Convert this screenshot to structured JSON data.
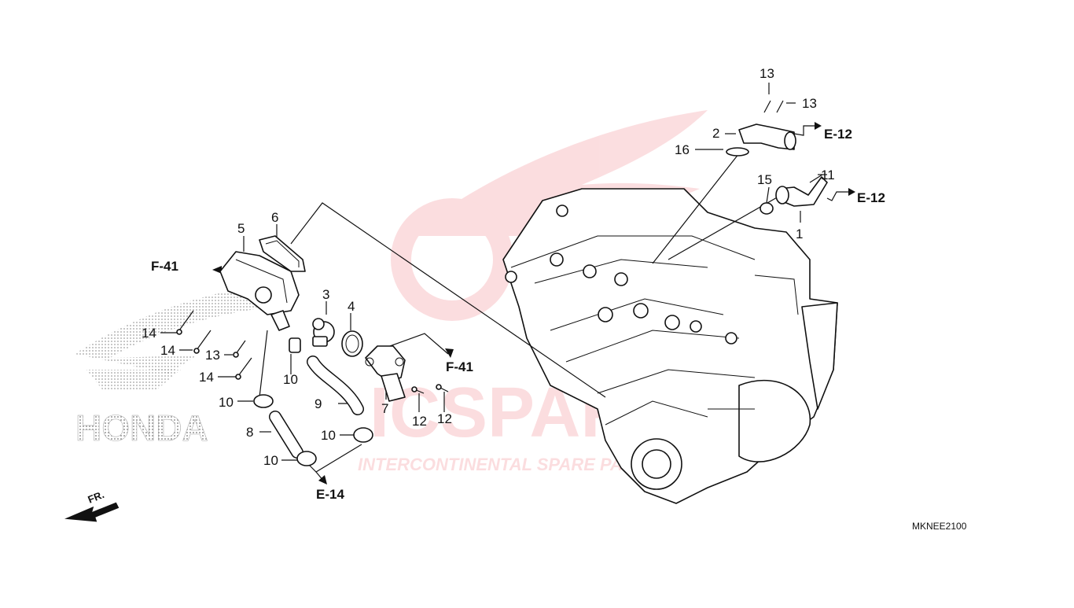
{
  "diagram": {
    "code": "MKNEE2100",
    "front_label": "FR.",
    "refs": {
      "f41_left": "F-41",
      "f41_right": "F-41",
      "e12_top": "E-12",
      "e12_mid": "E-12",
      "e14": "E-14"
    },
    "watermark": {
      "brand": "HONDA",
      "logo_main": "ICSPARTS",
      "logo_sub": "INTERCONTINENTAL SPARE PARTS",
      "accent": "#e8323c"
    },
    "labels": {
      "l1": "1",
      "l2": "2",
      "l3": "3",
      "l4": "4",
      "l5": "5",
      "l6": "6",
      "l7": "7",
      "l8": "8",
      "l9": "9",
      "l10a": "10",
      "l10b": "10",
      "l10c": "10",
      "l10d": "10",
      "l11": "11",
      "l12a": "12",
      "l12b": "12",
      "l13a": "13",
      "l13b": "13",
      "l13c": "13",
      "l14a": "14",
      "l14b": "14",
      "l14c": "14",
      "l15": "15",
      "l16": "16"
    }
  }
}
